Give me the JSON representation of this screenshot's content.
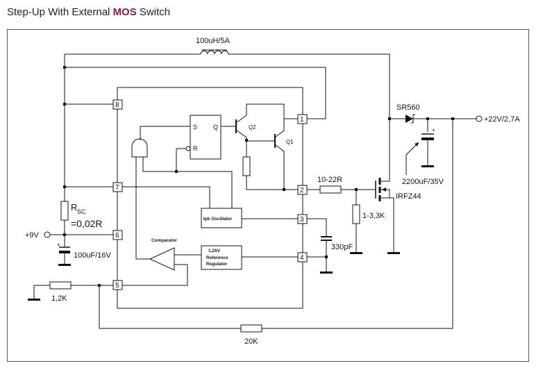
{
  "title": {
    "prefix": "Step-Up With External ",
    "highlight": "MOS",
    "suffix": " Switch"
  },
  "components": {
    "inductor": "100uH/5A",
    "diode": "SR560",
    "output": "+22V/2,7A",
    "output_cap": "2200uF/35V",
    "gate_resistor": "10-22R",
    "mosfet": "IRFZ44",
    "gate_pulldown": "1-3,3K",
    "timing_cap": "330pF",
    "sense_resistor_r": "R",
    "sense_resistor_sub": "SC",
    "sense_resistor_value": "=0,02R",
    "input": "+9V",
    "input_cap": "100uF/16V",
    "feedback_low": "1,2K",
    "feedback_high": "20K",
    "q1": "Q1",
    "q2": "Q2"
  },
  "ic_blocks": {
    "flipflop_s": "S",
    "flipflop_q": "Q",
    "flipflop_r": "R",
    "oscillator": "Ipk  Oscillator",
    "comparator": "Comparator",
    "reference_line1": "1,25V",
    "reference_line2": "Reference",
    "reference_line3": "Regulator"
  },
  "pins": [
    "1",
    "2",
    "3",
    "4",
    "5",
    "6",
    "7",
    "8"
  ],
  "colors": {
    "title_highlight": "#8b1a4a",
    "line": "#111111"
  }
}
